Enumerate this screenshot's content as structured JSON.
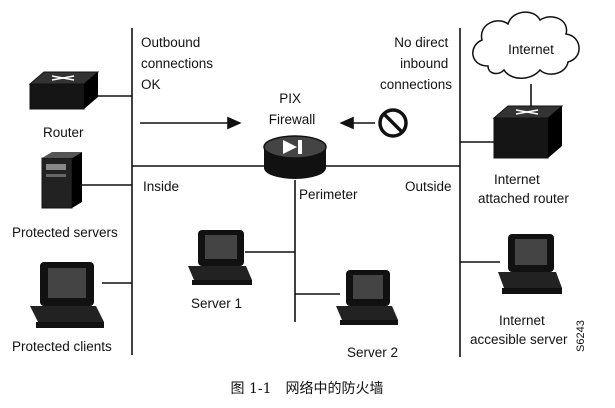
{
  "diagram": {
    "outbound_label": [
      "Outbound",
      "connections",
      "OK"
    ],
    "no_inbound_label": [
      "No direct",
      "inbound",
      "connections"
    ],
    "firewall_label": [
      "PIX",
      "Firewall"
    ],
    "internet_label": "Internet",
    "router_label": "Router",
    "protected_servers_label": "Protected servers",
    "protected_clients_label": "Protected clients",
    "inside_label": "Inside",
    "perimeter_label": "Perimeter",
    "outside_label": "Outside",
    "internet_router_label": [
      "Internet",
      "attached router"
    ],
    "server1_label": "Server 1",
    "server2_label": "Server 2",
    "internet_server_label": [
      "Internet",
      "accesible server"
    ],
    "figure_code": "S6243"
  },
  "caption": "图 1-1　网络中的防火墙",
  "icons": {
    "router": "router-icon",
    "internet_router": "router-icon",
    "firewall": "firewall-icon",
    "no_entry": "prohibited-icon",
    "cloud": "cloud-icon",
    "server_tower": "server-tower-icon",
    "workstation": "workstation-icon"
  }
}
